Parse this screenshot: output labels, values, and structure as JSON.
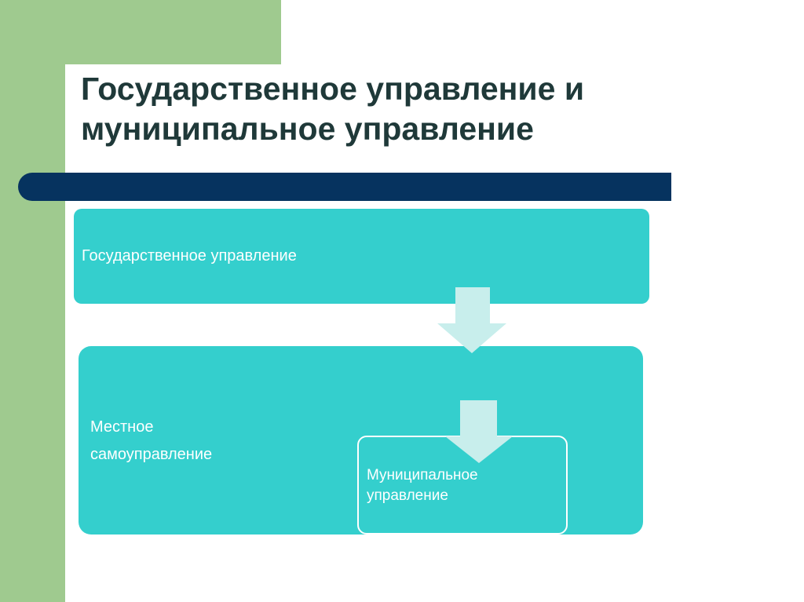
{
  "slide": {
    "title_line1": "Государственное управление и",
    "title_line2": "муниципальное управление"
  },
  "diagram": {
    "state_box": "Государственное управление",
    "local_box_line1": "Местное",
    "local_box_line2": "самоуправление",
    "municipal_box_line1": "Муниципальное",
    "municipal_box_line2": "управление"
  },
  "colors": {
    "accent_green": "#9fca8f",
    "divider_navy": "#06335f",
    "box_cyan": "#34cfcd",
    "arrow_fill": "#c8eeec",
    "title_text": "#1f3939"
  }
}
